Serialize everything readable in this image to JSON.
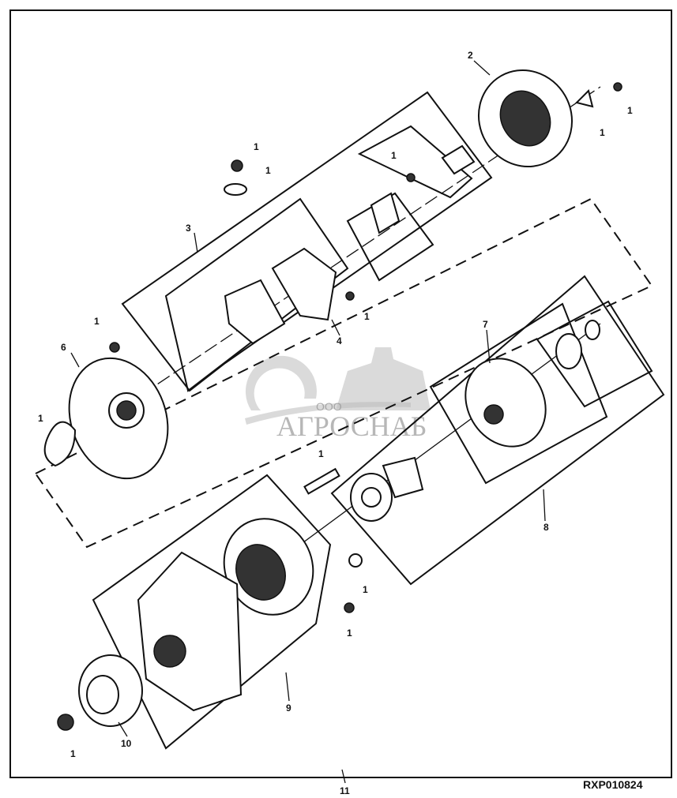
{
  "diagram": {
    "figure_code": "RXP010824",
    "callouts": {
      "c2": "2",
      "c1a": "1",
      "c1b": "1",
      "c1c": "1",
      "c1d": "1",
      "c1e": "1",
      "c3": "3",
      "c4": "4",
      "c1f": "1",
      "c1g": "1",
      "c6": "6",
      "c1h": "1",
      "c7": "7",
      "c8": "8",
      "c1i": "1",
      "c1j": "1",
      "c1k": "1",
      "c9": "9",
      "c10": "10",
      "c1l": "1",
      "c11": "11"
    },
    "watermark": {
      "small": "ООО",
      "name": "АГРОСНАБ"
    }
  }
}
